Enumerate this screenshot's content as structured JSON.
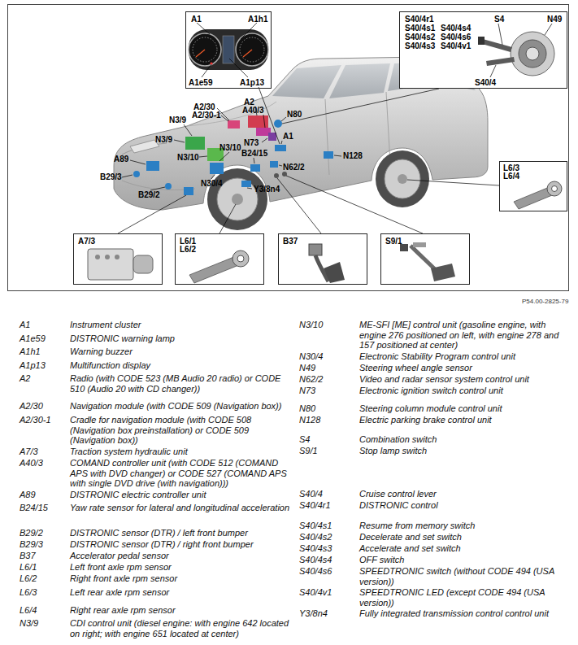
{
  "diagram": {
    "nodes": [
      {
        "text": [
          "A1",
          "A1h1",
          "A1e59",
          "A1p13"
        ]
      },
      {
        "text": [
          "S40/4r1",
          "S4",
          "N49",
          "S40/4s1",
          "S40/4s4",
          "S40/4s2",
          "S40/4s6",
          "S40/4s3",
          "S40/4v1",
          "S40/4"
        ]
      },
      {
        "text": [
          "L6/3",
          "L6/4"
        ]
      },
      {
        "text": [
          "A7/3"
        ]
      },
      {
        "text": [
          "L6/1",
          "L6/2"
        ]
      },
      {
        "text": [
          "B37"
        ]
      },
      {
        "text": [
          "S9/1"
        ]
      }
    ],
    "labels": [
      "A2/30",
      "A2/30-1",
      "A2",
      "A40/3",
      "N3/9",
      "N3/9",
      "N3/10",
      "N3/10",
      "A89",
      "B29/3",
      "B29/2",
      "N30/4",
      "B24/15",
      "Y3/8n4",
      "N73",
      "A1",
      "N80",
      "N62/2",
      "N128",
      "P54.00-2825-79",
      "A1",
      "Instrument cluster",
      "A1e59",
      "DISTRONIC warning lamp",
      "A1h1",
      "Warning buzzer",
      "A1p13",
      "Multifunction display",
      "A2",
      "Radio (with CODE 523 (MB Audio 20 radio) or CODE 510 (Audio 20 with CD changer))",
      "A2/30",
      "Navigation module (with CODE 509 (Navigation box))",
      "A2/30-1",
      "Cradle for navigation module (with CODE 508 (Navigation box preinstallation) or CODE 509 (Navigation box))",
      "A7/3",
      "Traction system hydraulic unit",
      "A40/3",
      "COMAND controller unit (with CODE 512 (COMAND APS with DVD changer) or CODE 527 (COMAND APS with single DVD drive (with navigation)))",
      "A89",
      "DISTRONIC electric controller unit",
      "B24/15",
      "Yaw rate sensor for lateral and longitudinal acceleration",
      "B29/2",
      "DISTRONIC sensor (DTR) / left front bumper",
      "B29/3",
      "DISTRONIC sensor (DTR) / right front bumper",
      "B37",
      "Accelerator pedal sensor",
      "L6/1",
      "Left front axle rpm sensor",
      "L6/2",
      "Right front axle rpm sensor",
      "L6/3",
      "Left rear axle rpm sensor",
      "L6/4",
      "Right rear axle rpm sensor",
      "N3/9",
      "CDI control unit (diesel engine: with engine 642 located on right; with engine 651 located at center)",
      "N3/10",
      "ME-SFI [ME] control unit (gasoline engine, with engine 276 positioned on left, with engine 278 and 157 positioned at center)",
      "N30/4",
      "Electronic Stability Program control unit",
      "N49",
      "Steering wheel angle sensor",
      "N62/2",
      "Video and radar sensor system control unit",
      "N73",
      "Electronic ignition switch control unit",
      "N80",
      "Steering column module control unit",
      "N128",
      "Electric parking brake control unit",
      "S4",
      "Combination switch",
      "S9/1",
      "Stop lamp switch",
      "S40/4",
      "Cruise control lever",
      "S40/4r1",
      "DISTRONIC control",
      "S40/4s1",
      "Resume from memory switch",
      "S40/4s2",
      "Decelerate and set switch",
      "S40/4s3",
      "Accelerate and set switch",
      "S40/4s4",
      "OFF switch",
      "S40/4s6",
      "SPEEDTRONIC switch (without CODE 494 (USA version))",
      "S40/4v1",
      "SPEEDTRONIC LED (except CODE 494 (USA version))",
      "Y3/8n4",
      "Fully integrated transmission control control unit"
    ]
  }
}
